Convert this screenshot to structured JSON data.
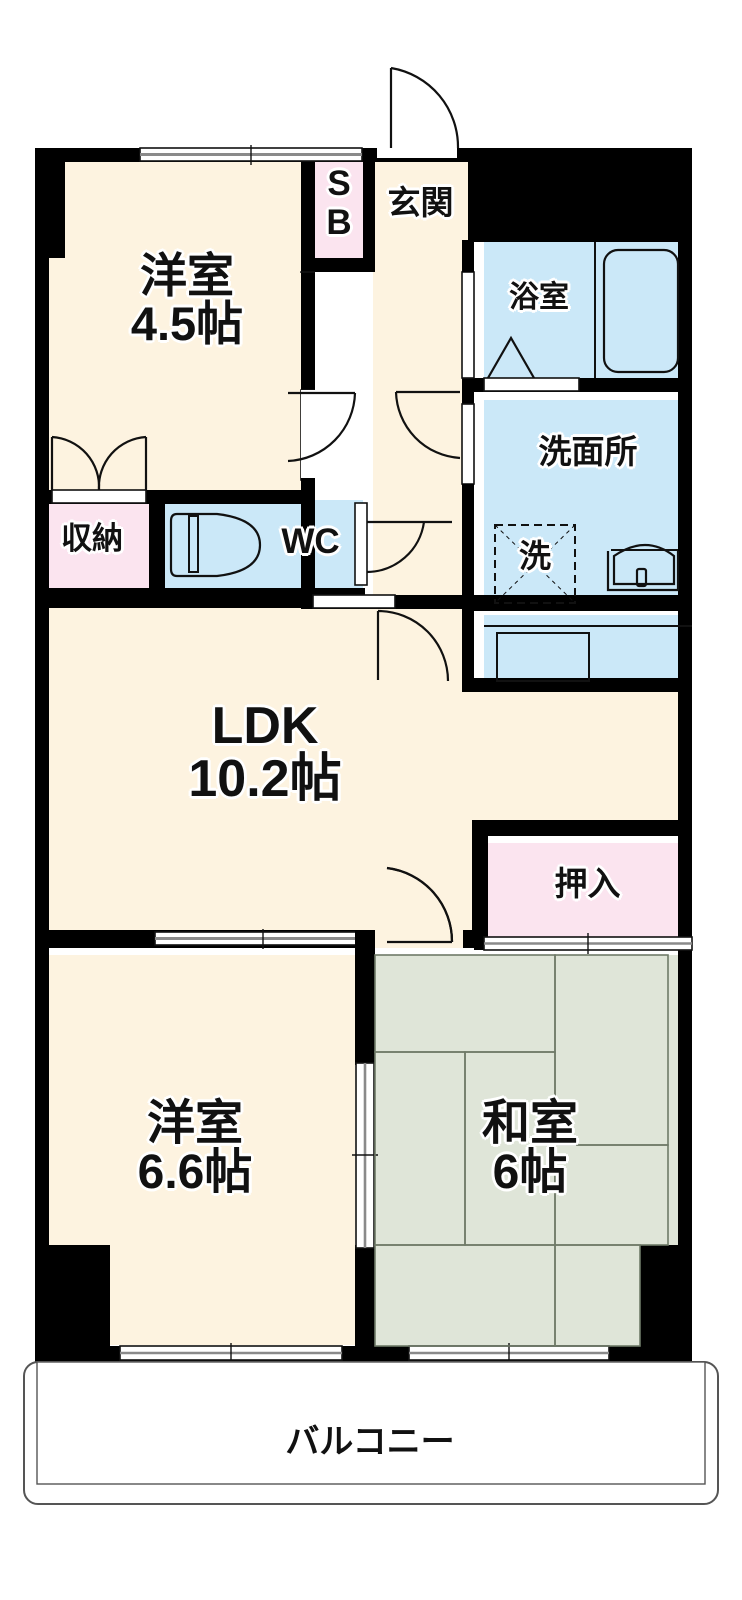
{
  "plan": {
    "type": "japanese-apartment-floor-plan",
    "layout_code": "3LDK",
    "colors": {
      "wall": "#000000",
      "flooring_cream": "#fdf3e0",
      "tatami_green": "#dfe5d8",
      "water_blue": "#cbe8f8",
      "closet_pink": "#fbe4ef",
      "fixture_line": "#111111",
      "background": "#ffffff"
    }
  },
  "rooms": [
    {
      "id": "western-room-45",
      "name": "洋室",
      "size": "4.5帖",
      "floor": "flooring_cream"
    },
    {
      "id": "shoe-box",
      "name": "S\nB",
      "line1": "S",
      "line2": "B",
      "floor": "closet_pink"
    },
    {
      "id": "entrance",
      "name": "玄関",
      "size": "",
      "floor": "flooring_cream"
    },
    {
      "id": "bathroom",
      "name": "浴室",
      "size": "",
      "floor": "water_blue"
    },
    {
      "id": "washroom",
      "name": "洗面所",
      "size": "",
      "floor": "water_blue"
    },
    {
      "id": "washer-space",
      "name": "洗",
      "size": "",
      "floor": "water_blue"
    },
    {
      "id": "storage",
      "name": "収納",
      "size": "",
      "floor": "closet_pink"
    },
    {
      "id": "toilet",
      "name": "WC",
      "size": "",
      "floor": "water_blue"
    },
    {
      "id": "ldk",
      "name": "LDK",
      "size": "10.2帖",
      "floor": "flooring_cream"
    },
    {
      "id": "oshiire",
      "name": "押入",
      "size": "",
      "floor": "closet_pink"
    },
    {
      "id": "western-room-66",
      "name": "洋室",
      "size": "6.6帖",
      "floor": "flooring_cream"
    },
    {
      "id": "japanese-room-6",
      "name": "和室",
      "size": "6帖",
      "floor": "tatami_green"
    },
    {
      "id": "balcony",
      "name": "バルコニー",
      "size": "",
      "floor": "background"
    }
  ],
  "labels": {
    "western_room_45_name": "洋室",
    "western_room_45_size": "4.5帖",
    "shoe_box_line1": "S",
    "shoe_box_line2": "B",
    "entrance": "玄関",
    "bathroom": "浴室",
    "washroom": "洗面所",
    "washer": "洗",
    "storage": "収納",
    "toilet": "WC",
    "ldk_name": "LDK",
    "ldk_size": "10.2帖",
    "oshiire": "押入",
    "western_room_66_name": "洋室",
    "western_room_66_size": "6.6帖",
    "japanese_room_name": "和室",
    "japanese_room_size": "6帖",
    "balcony": "バルコニー"
  },
  "fixtures": [
    {
      "id": "bathtub",
      "room": "bathroom",
      "shape": "rounded-rect"
    },
    {
      "id": "vanity-sink",
      "room": "washroom",
      "shape": "basin"
    },
    {
      "id": "washing-machine-pan",
      "room": "washroom",
      "shape": "dashed-square-x"
    },
    {
      "id": "toilet-bowl",
      "room": "toilet",
      "shape": "oval-tank"
    },
    {
      "id": "kitchen-counter",
      "room": "ldk",
      "shape": "counter-with-sink"
    },
    {
      "id": "entrance-door",
      "room": "entrance",
      "shape": "swing-door"
    }
  ],
  "doors": [
    {
      "id": "entrance-front-door",
      "kind": "swing"
    },
    {
      "id": "door-western45-to-hall",
      "kind": "swing"
    },
    {
      "id": "door-hall-to-ldk-upper",
      "kind": "swing"
    },
    {
      "id": "door-hall-to-wc",
      "kind": "swing"
    },
    {
      "id": "door-hall-to-ldk-lower",
      "kind": "swing"
    },
    {
      "id": "door-ldk-to-western66",
      "kind": "swing"
    },
    {
      "id": "door-ldk-to-washroom",
      "kind": "sliding"
    },
    {
      "id": "fusuma-western66-to-washitsu",
      "kind": "sliding"
    },
    {
      "id": "storage-double-door",
      "kind": "double-swing"
    }
  ],
  "windows": [
    {
      "id": "window-western45-north",
      "wall": "north"
    },
    {
      "id": "window-western66-north",
      "wall": "north"
    },
    {
      "id": "window-western66-south",
      "wall": "south"
    },
    {
      "id": "window-washitsu-south",
      "wall": "south"
    },
    {
      "id": "window-bathroom-south",
      "wall": "south"
    },
    {
      "id": "window-washitsu-west",
      "wall": "west"
    }
  ]
}
